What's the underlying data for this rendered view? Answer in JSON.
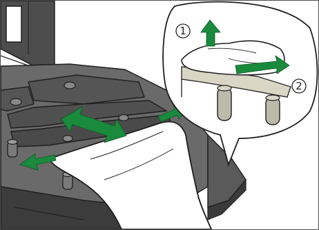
{
  "figure": {
    "callouts": [
      {
        "id": "step-1",
        "label": "1"
      },
      {
        "id": "step-2",
        "label": "2"
      }
    ],
    "colors": {
      "arrow": "#1a8a3c",
      "machine_dark": "#3a3a3a",
      "machine_mid": "#5f5f5f",
      "cloth": "#ffffff",
      "outline": "#1e1e1e",
      "inset_bg": "#ffffff"
    },
    "icons": [
      "arrow-icon",
      "cloth-icon",
      "printer-tray-icon",
      "magnified-inset-icon"
    ]
  }
}
